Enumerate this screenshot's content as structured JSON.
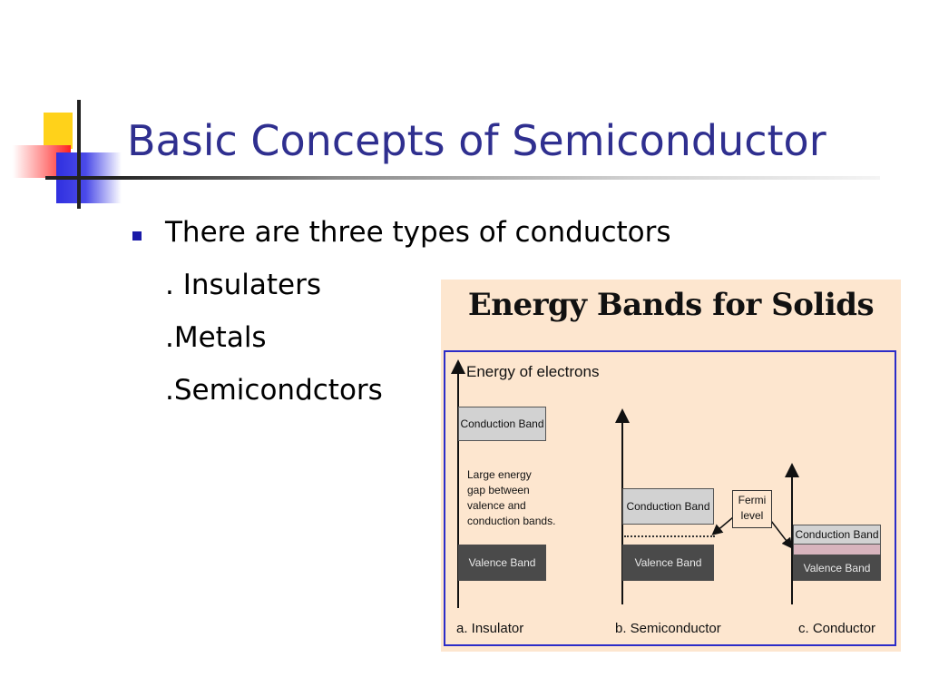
{
  "slide": {
    "title": "Basic Concepts of Semiconductor",
    "bullet": "There are three types of conductors",
    "items": [
      ". Insulaters",
      ".Metals",
      ".Semicondctors"
    ]
  },
  "figure": {
    "title": "Energy Bands for Solids",
    "axis_label": "Energy of electrons",
    "gap_note": "Large energy\ngap between\nvalence and\nconduction bands.",
    "fermi_label": "Fermi\nlevel",
    "insulator": {
      "conduction": "Conduction Band",
      "valence": "Valence Band",
      "caption": "a. Insulator"
    },
    "semiconductor": {
      "conduction": "Conduction Band",
      "valence": "Valence Band",
      "caption": "b. Semiconductor"
    },
    "conductor": {
      "conduction": "Conduction Band",
      "valence": "Valence Band",
      "caption": "c. Conductor"
    }
  },
  "colors": {
    "title": "#2f2f8f",
    "bullet": "#1a1aa8",
    "figure_bg": "#fde6cf",
    "frame": "#2c2cc8",
    "conduction_band": "#d2d2d2",
    "valence_band": "#4a4a4a"
  }
}
